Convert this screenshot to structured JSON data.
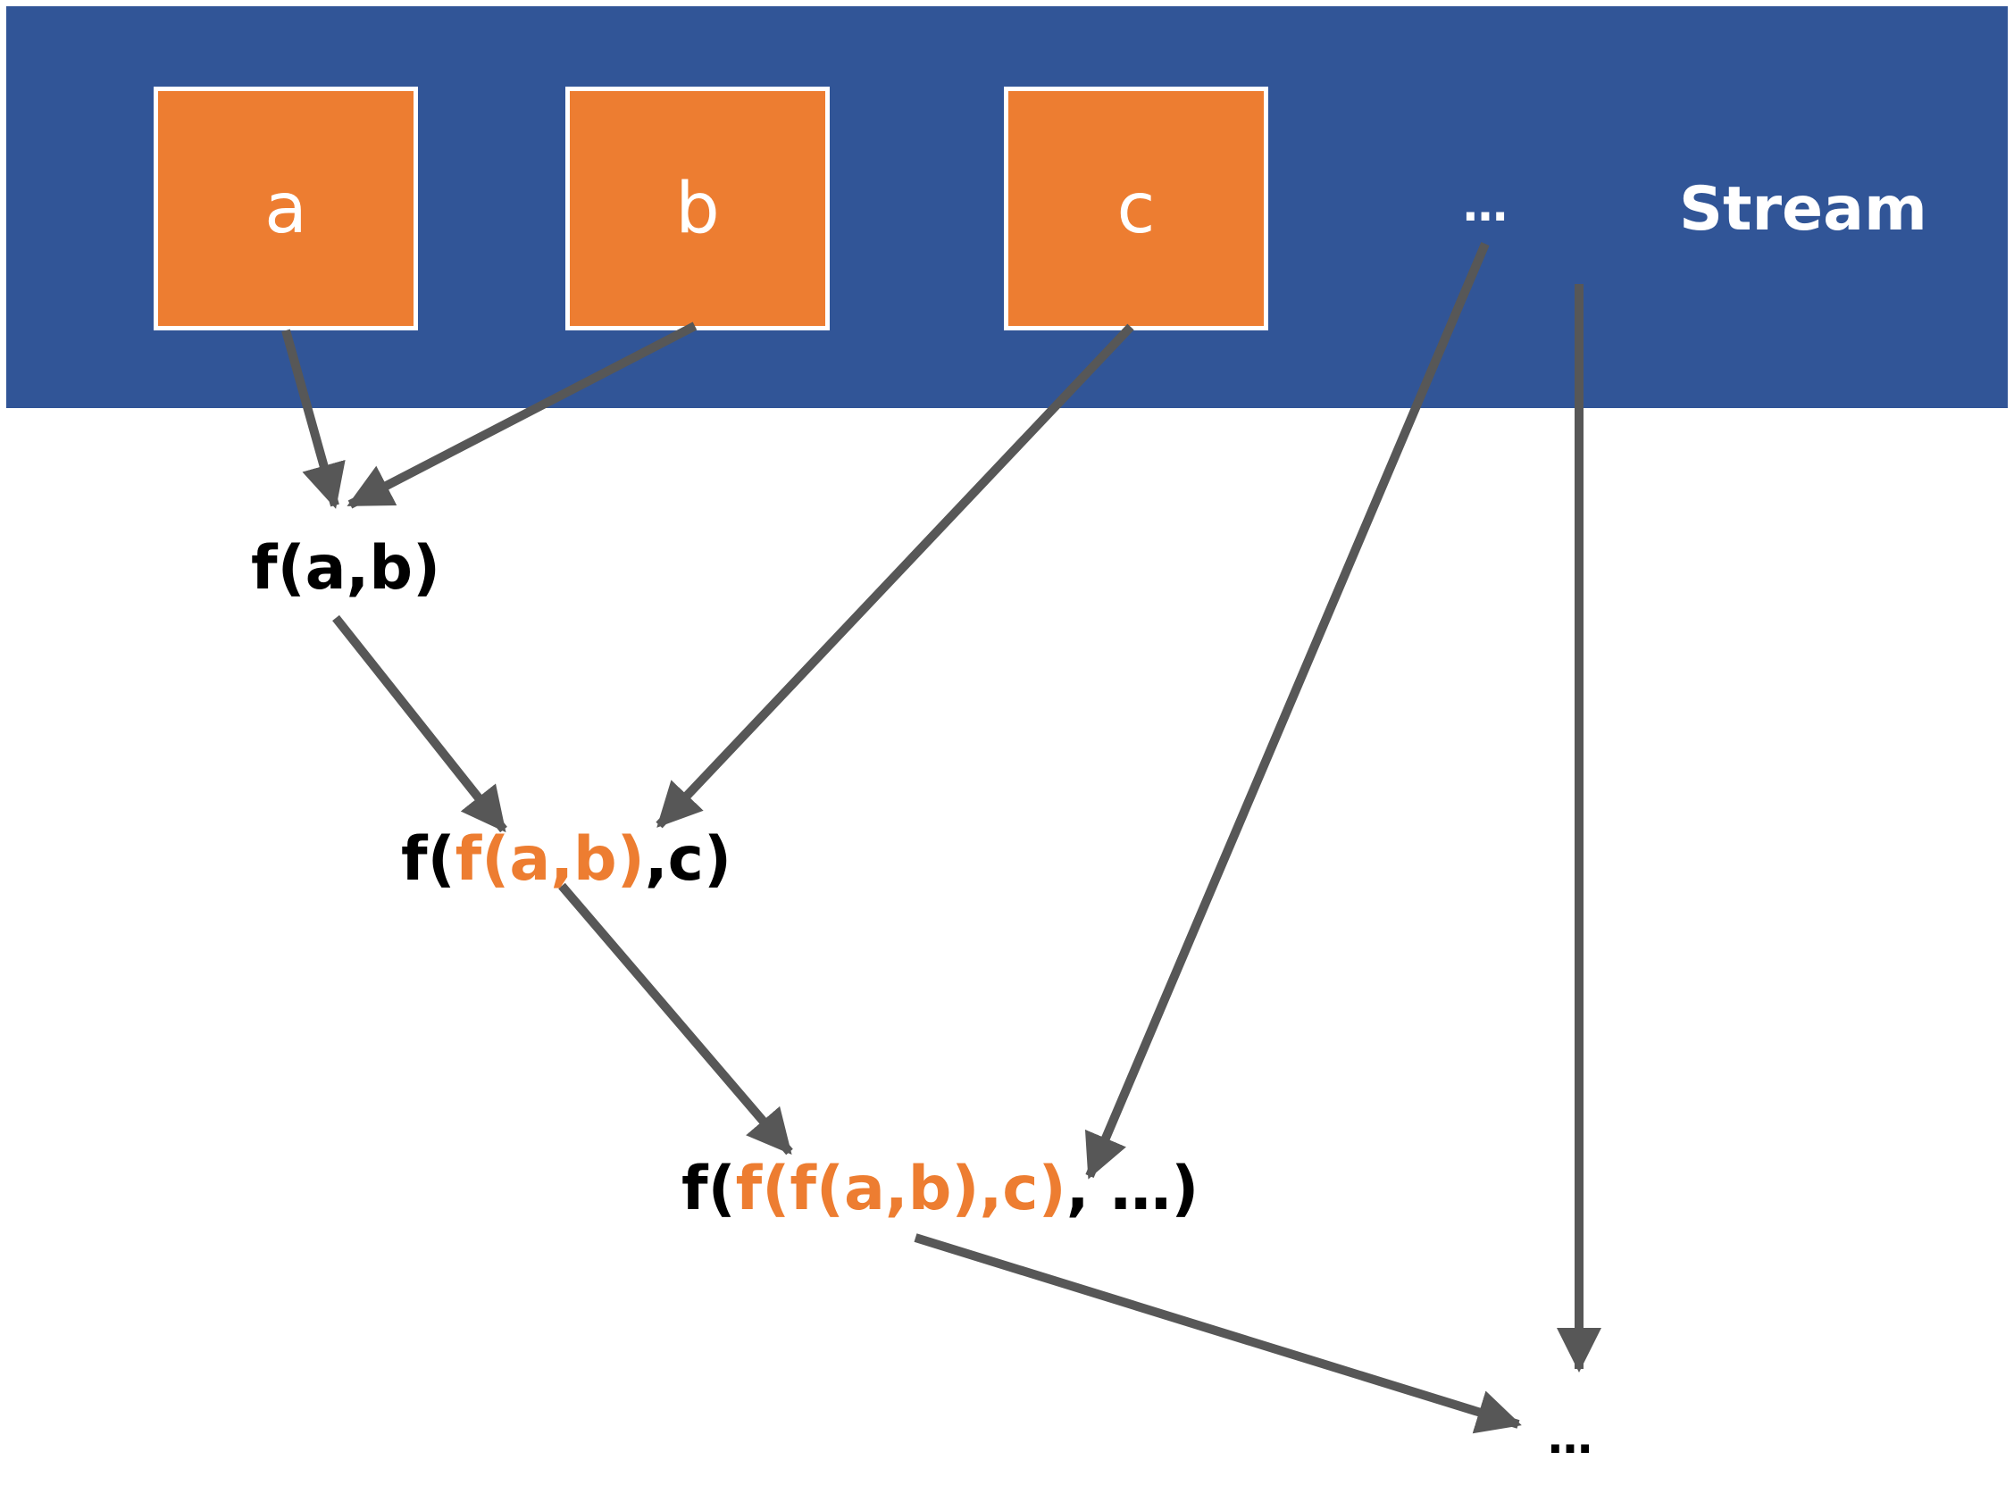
{
  "colors": {
    "stream_band": "#315597",
    "element_box": "#ED7D31",
    "box_border": "#FFFFFF",
    "arrow": "#575757",
    "text_dark": "#000000",
    "text_highlight": "#ED7D31",
    "text_light": "#FFFFFF"
  },
  "stream": {
    "label": "Stream",
    "elements": [
      "a",
      "b",
      "c"
    ],
    "ellipsis": "…"
  },
  "expressions": [
    [
      {
        "text": "f(a,b)",
        "highlight": false
      }
    ],
    [
      {
        "text": "f(",
        "highlight": false
      },
      {
        "text": "f(a,b)",
        "highlight": true
      },
      {
        "text": ",c)",
        "highlight": false
      }
    ],
    [
      {
        "text": "f(",
        "highlight": false
      },
      {
        "text": "f(f(a,b),c)",
        "highlight": true
      },
      {
        "text": ", …)",
        "highlight": false
      }
    ]
  ],
  "final_ellipsis": "…",
  "arrows": [
    {
      "from": "element-a",
      "to": "expression-1"
    },
    {
      "from": "element-b",
      "to": "expression-1"
    },
    {
      "from": "expression-1",
      "to": "expression-2"
    },
    {
      "from": "element-c",
      "to": "expression-2"
    },
    {
      "from": "expression-2",
      "to": "expression-3"
    },
    {
      "from": "stream-ellipsis",
      "to": "expression-3"
    },
    {
      "from": "expression-3",
      "to": "final-ellipsis"
    },
    {
      "from": "stream",
      "to": "final-ellipsis"
    }
  ]
}
